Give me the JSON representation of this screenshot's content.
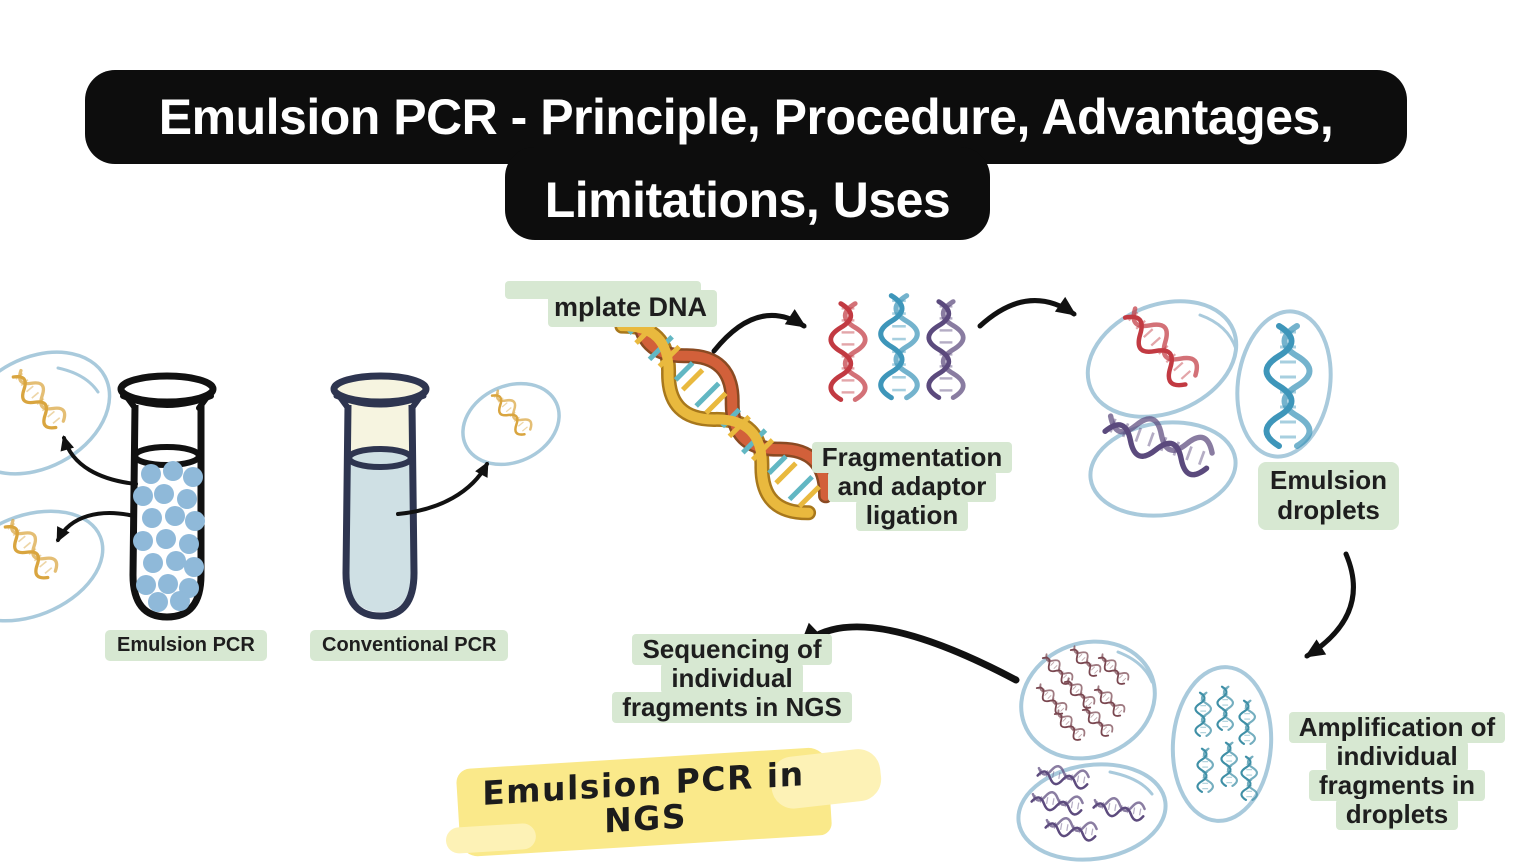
{
  "title": {
    "line1": "Emulsion PCR - Principle, Procedure, Advantages,",
    "line2": "Limitations, Uses"
  },
  "labels": {
    "emulsion_pcr": "Emulsion PCR",
    "conventional_pcr": "Conventional PCR",
    "template_dna": "mplate DNA",
    "fragmentation": [
      "Fragmentation",
      "and adaptor",
      "ligation"
    ],
    "emulsion_droplets_line1": "Emulsion",
    "emulsion_droplets_line2": "droplets",
    "amplification": [
      "Amplification of",
      "individual",
      "fragments in",
      "droplets"
    ],
    "sequencing": [
      "Sequencing of",
      "individual",
      "fragments in NGS"
    ],
    "ngs_highlight_line1": "Emulsion PCR in",
    "ngs_highlight_line2": "NGS"
  },
  "colors": {
    "banner_bg": "#0d0d0d",
    "banner_text": "#ffffff",
    "label_bg": "#d7e8d2",
    "label_text": "#1e1e1e",
    "highlight_yellow": "#fae98a",
    "arrow_black": "#111111",
    "droplet_outline": "#a9cadc",
    "emulsion_dot": "#8fb9d9",
    "tube_emulsion_outline": "#111111",
    "tube_conventional_outline": "#2e3550",
    "tube_liquid_blue": "#cfe0e4",
    "tube_air_cream": "#f6f4e0",
    "dna_gold": "#d9a53f",
    "template_gold": "#e9b93e",
    "template_red": "#d2603a",
    "template_rung": "#62b7c3",
    "fragment_red": "#c23a42",
    "fragment_blue": "#3e96ba",
    "fragment_purple": "#5b4a7d",
    "amplified_maroon": "#7a4750",
    "amplified_teal": "#3e8fa6",
    "amplified_purple": "#5d4b7e"
  }
}
